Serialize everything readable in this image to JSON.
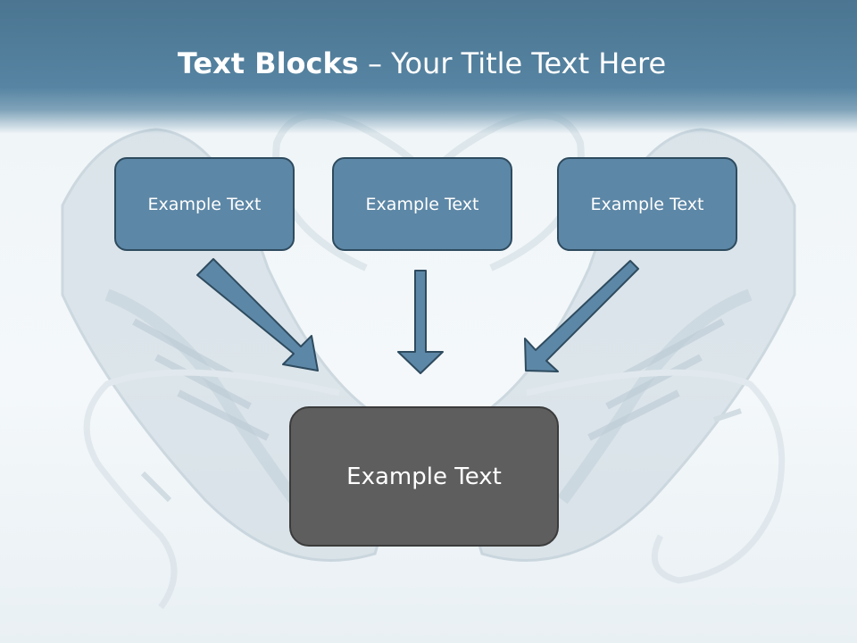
{
  "title": {
    "bold": "Text Blocks",
    "rest": " – Your Title Text Here"
  },
  "boxes": [
    {
      "text": "Example Text"
    },
    {
      "text": "Example Text"
    },
    {
      "text": "Example Text"
    }
  ],
  "center_box": {
    "text": "Example Text"
  },
  "colors": {
    "header": "#5684a2",
    "box_fill": "#5d87a6",
    "box_border": "#2e4b5f",
    "center_fill": "#5e5e5e",
    "arrow_fill": "#5d87a6"
  }
}
